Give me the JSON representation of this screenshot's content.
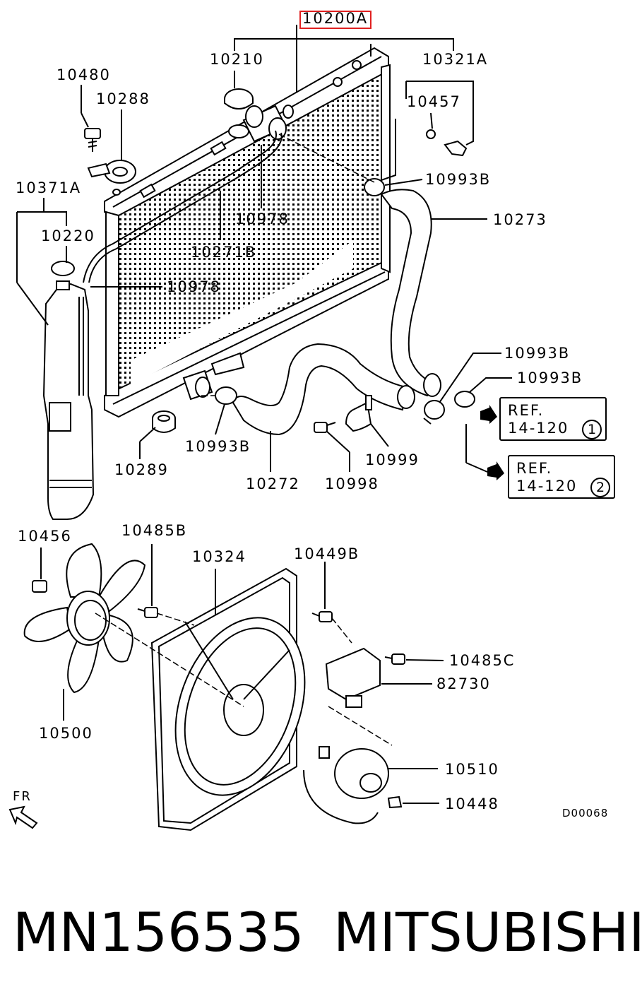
{
  "labels": {
    "radiator_assy": "10200A",
    "cap": "10210",
    "bolt_upper_left": "10480",
    "bracket_upper": "10288",
    "reservoir_tank_assy": "10371A",
    "tank_cap": "10220",
    "clip_tank": "10978",
    "clip_hose": "10978",
    "overflow_hose": "10271B",
    "drain_plug_assy": "10321A",
    "o_ring": "10457",
    "hose_clamp_upper": "10993B",
    "upper_hose": "10273",
    "clamp_right_1": "10993B",
    "clamp_right_2": "10993B",
    "clamp_lower": "10993B",
    "insulator": "10289",
    "lower_hose": "10272",
    "bolt_bracket": "10998",
    "hose_bracket": "10999",
    "nut_fan": "10456",
    "screw_shroud": "10485B",
    "shroud": "10324",
    "bolt_shroud": "10449B",
    "screw_resistor": "10485C",
    "resistor": "82730",
    "fan": "10500",
    "motor": "10510",
    "clip_motor": "10448"
  },
  "ref1": {
    "line1": "REF.",
    "line2": "14-120",
    "num": "1"
  },
  "ref2": {
    "line1": "REF.",
    "line2": "14-120",
    "num": "2"
  },
  "front_arrow": "FR",
  "drawing_code": "D00068",
  "footer": {
    "part_number": "MN156535",
    "brand": "MITSUBISHI"
  }
}
